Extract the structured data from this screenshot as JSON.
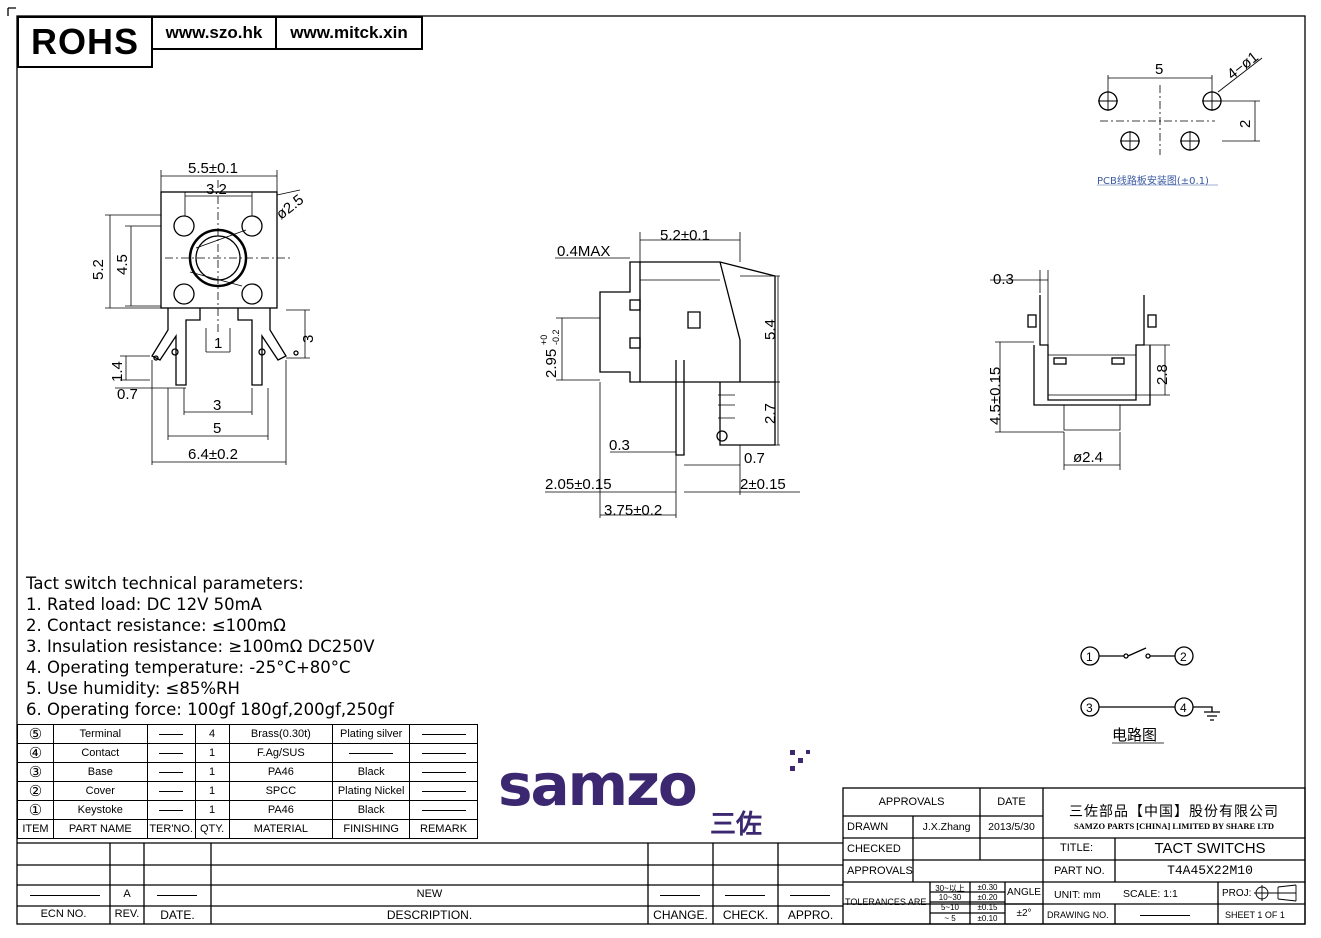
{
  "header": {
    "logo": "ROHS",
    "url1": "www.szo.hk",
    "url2": "www.mitck.xin"
  },
  "front_view": {
    "dim_width": "5.5±0.1",
    "dim_inner": "3.2",
    "dim_dia": "ø2.5",
    "dim_height": "5.2",
    "dim_inner_h": "4.5",
    "dim_pin": "1",
    "dim_side": "3",
    "dim_14": "1.4",
    "dim_07": "0.7",
    "dim_3": "3",
    "dim_5": "5",
    "dim_64": "6.4±0.2"
  },
  "side_view": {
    "dim_04max": "0.4MAX",
    "dim_52": "5.2±0.1",
    "dim_295": "2.95",
    "dim_295_tol_up": "+0",
    "dim_295_tol_dn": "-0.2",
    "dim_54": "5.4",
    "dim_27": "2.7",
    "dim_03": "0.3",
    "dim_07": "0.7",
    "dim_205": "2.05±0.15",
    "dim_2": "2±0.15",
    "dim_375": "3.75±0.2"
  },
  "end_view": {
    "dim_03": "0.3",
    "dim_45": "4.5±0.15",
    "dim_28": "2.8",
    "dim_24": "ø2.4"
  },
  "pcb": {
    "dim_5": "5",
    "dim_holes": "4−ø1",
    "dim_2": "2",
    "caption": "PCB线路板安装图(±0.1)"
  },
  "params": {
    "title": "Tact switch technical parameters:",
    "items": [
      "1. Rated load: DC 12V 50mA",
      "2. Contact resistance: ≤100mΩ",
      "3. Insulation resistance: ≥100mΩ DC250V",
      "4. Operating temperature: -25°C+80°C",
      "5. Use humidity: ≤85%RH",
      "6. Operating force: 100gf 180gf,200gf,250gf"
    ]
  },
  "circuit": {
    "n1": "1",
    "n2": "2",
    "n3": "3",
    "n4": "4",
    "caption": "电路图"
  },
  "bom": {
    "rows": [
      {
        "item": "⑤",
        "name": "Terminal",
        "qty": "4",
        "material": "Brass(0.30t)",
        "finishing": "Plating  silver"
      },
      {
        "item": "④",
        "name": "Contact",
        "qty": "1",
        "material": "F.Ag/SUS",
        "finishing": ""
      },
      {
        "item": "③",
        "name": "Base",
        "qty": "1",
        "material": "PA46",
        "finishing": "Black"
      },
      {
        "item": "②",
        "name": "Cover",
        "qty": "1",
        "material": "SPCC",
        "finishing": "Plating  Nickel"
      },
      {
        "item": "①",
        "name": "Keystoke",
        "qty": "1",
        "material": "PA46",
        "finishing": "Black"
      }
    ],
    "headers": {
      "item": "ITEM",
      "name": "PART  NAME",
      "ter": "TER'NO.",
      "qty": "QTY.",
      "material": "MATERIAL",
      "finishing": "FINISHING",
      "remark": "REMARK"
    }
  },
  "revision": {
    "rev": "A",
    "desc": "NEW",
    "headers": {
      "ecn": "ECN  NO.",
      "rev": "REV.",
      "date": "DATE.",
      "desc": "DESCRIPTION.",
      "change": "CHANGE.",
      "check": "CHECK.",
      "appro": "APPRO."
    }
  },
  "logo": {
    "text": "samzo",
    "chinese": "三佐"
  },
  "titleblock": {
    "approvals": "APPROVALS",
    "date": "DATE",
    "drawn": "DRAWN",
    "drawn_by": "J.X.Zhang",
    "drawn_date": "2013/5/30",
    "checked": "CHECKED",
    "approvals2": "APPROVALS",
    "tolerances": "TOLERANCES  ARE",
    "tol_rows": [
      {
        "range": "30~以上",
        "tol": "±0.30"
      },
      {
        "range": "10~30",
        "tol": "±0.20"
      },
      {
        "range": "5~10",
        "tol": "±0.15"
      },
      {
        "range": "~ 5",
        "tol": "±0.10"
      }
    ],
    "angle": "ANGLE",
    "angle_tol": "±2°",
    "company_cn": "三佐部品【中国】股份有限公司",
    "company_en": "SAMZO PARTS [CHINA] LIMITED BY SHARE LTD",
    "title_label": "TITLE:",
    "title": "TACT  SWITCHS",
    "part_label": "PART  NO.",
    "part": "T4A45X22M10",
    "unit": "UNIT:  mm",
    "scale": "SCALE:    1:1",
    "proj": "PROJ:",
    "drawing_no": "DRAWING  NO.",
    "sheet": "SHEET    1  OF  1"
  }
}
